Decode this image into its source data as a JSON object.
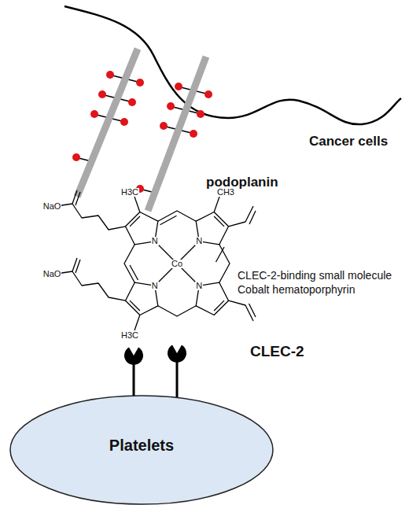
{
  "diagram": {
    "nodes": [
      {
        "text": [
          "Platelets"
        ]
      }
    ],
    "labels": [
      "Cancer cells",
      "podoplanin",
      "NaO",
      "H3C",
      "CH3",
      "N",
      "N",
      "Co",
      "N",
      "N",
      "NaO",
      "H3C",
      "CLEC-2-binding small molecule",
      "Cobalt hematoporphyrin",
      "CLEC-2"
    ]
  }
}
